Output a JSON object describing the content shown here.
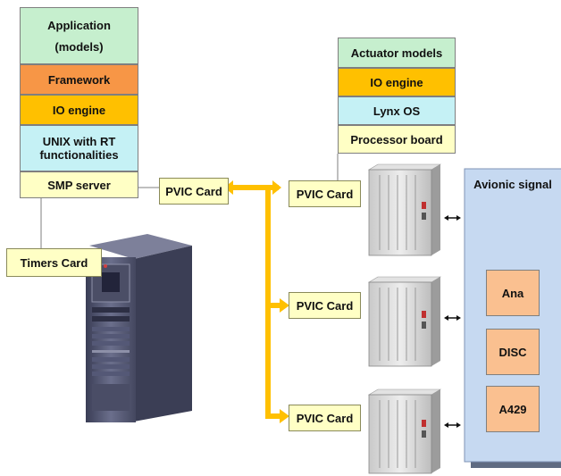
{
  "server_stack": {
    "application": "Application",
    "models": "(models)",
    "framework": "Framework",
    "io_engine": "IO engine",
    "unix_line1": "UNIX with RT",
    "unix_line2": "functionalities",
    "smp_server": "SMP server"
  },
  "timers_card": "Timers Card",
  "pvic_host": "PVIC Card",
  "actuator_stack": {
    "actuator_models": "Actuator models",
    "io_engine": "IO engine",
    "lynx_os": "Lynx OS",
    "processor_board": "Processor board"
  },
  "pvic_cards": [
    "PVIC Card",
    "PVIC Card",
    "PVIC Card"
  ],
  "avionic": {
    "title": "Avionic signal",
    "signals": [
      "Ana",
      "DISC",
      "A429"
    ]
  },
  "colors": {
    "green": "#c6efce",
    "orange": "#f79646",
    "yellow": "#ffc000",
    "cyan": "#c5f1f5",
    "pale_yellow": "#ffffc5",
    "avionic_panel": "#c6d9f1",
    "signal_box": "#fac090",
    "link_arrow": "#ffc000"
  }
}
